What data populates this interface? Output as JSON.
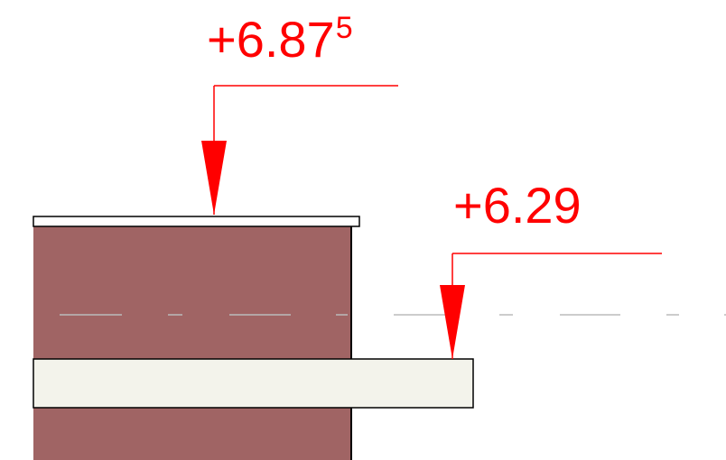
{
  "levels": [
    {
      "value": "+6.87",
      "superscript": "5"
    },
    {
      "value": "+6.29",
      "superscript": ""
    }
  ],
  "colors": {
    "annotation": "#ff0000",
    "wall": "#a06464",
    "slab": "#f3f3eb",
    "outline": "#000000",
    "centerline": "#bbbbbb"
  }
}
